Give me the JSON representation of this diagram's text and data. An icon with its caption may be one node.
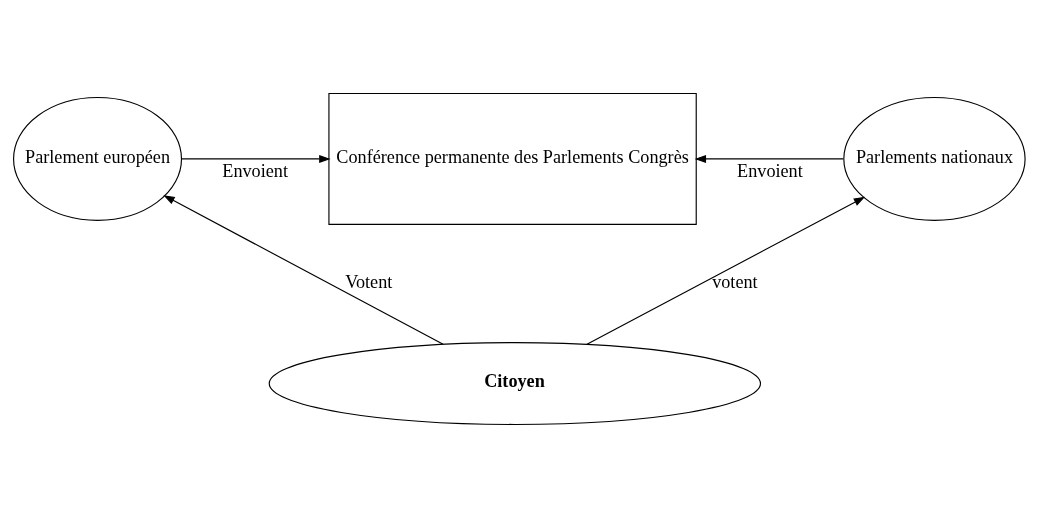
{
  "diagram": {
    "nodes": [
      {
        "text": [
          "Parlement européen"
        ]
      },
      {
        "text": [
          "Conférence permanente des Parlements Congrès"
        ]
      },
      {
        "text": [
          "Parlements nationaux"
        ]
      },
      {
        "text": [
          "Citoyen"
        ]
      }
    ],
    "edges": [
      {
        "from": 0,
        "to": 1,
        "arrow": "to",
        "label": "Envoient"
      },
      {
        "from": 2,
        "to": 1,
        "arrow": "to",
        "label": "Envoient"
      },
      {
        "from": 3,
        "to": 0,
        "arrow": "to",
        "label": "Votent"
      },
      {
        "from": 3,
        "to": 2,
        "arrow": "to",
        "label": "votent"
      }
    ]
  }
}
